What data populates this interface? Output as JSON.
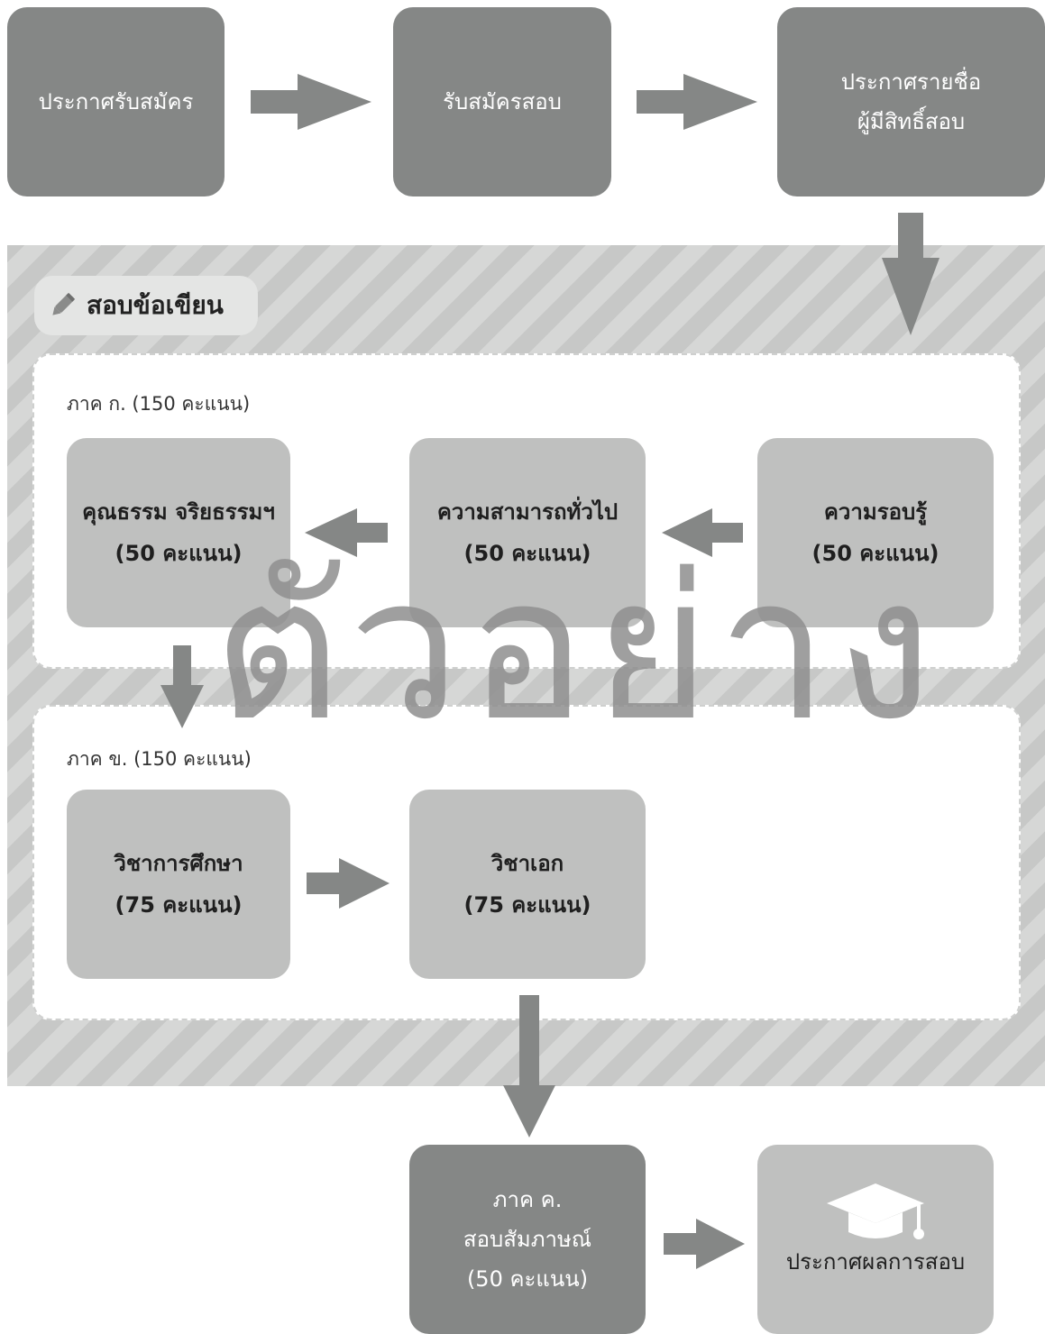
{
  "top_row": {
    "announce_apply": "ประกาศรับสมัคร",
    "apply_exam": "รับสมัครสอบ",
    "eligible_line1": "ประกาศรายชื่อ",
    "eligible_line2": "ผู้มีสิทธิ์สอบ"
  },
  "written_exam": {
    "label": "สอบข้อเขียน",
    "icon": "pencil-icon",
    "part_a": {
      "title": "ภาค ก. (150 คะแนน)",
      "knowledge_title": "ความรอบรู้",
      "knowledge_score": "(50 คะแนน)",
      "ability_title": "ความสามารถทั่วไป",
      "ability_score": "(50 คะแนน)",
      "ethics_title": "คุณธรรม จริยธรรมฯ",
      "ethics_score": "(50 คะแนน)"
    },
    "part_b": {
      "title": "ภาค ข. (150 คะแนน)",
      "education_title": "วิชาการศึกษา",
      "education_score": "(75 คะแนน)",
      "major_title": "วิชาเอก",
      "major_score": "(75 คะแนน)"
    }
  },
  "interview": {
    "line1": "ภาค ค.",
    "line2": "สอบสัมภาษณ์",
    "line3": "(50 คะแนน)"
  },
  "result": {
    "label": "ประกาศผลการสอบ",
    "icon": "graduation-cap-icon"
  },
  "watermark": "ตัวอย่าง",
  "colors": {
    "dark_box": "#858786",
    "light_box": "#bfc0bf",
    "arrow": "#858786"
  }
}
